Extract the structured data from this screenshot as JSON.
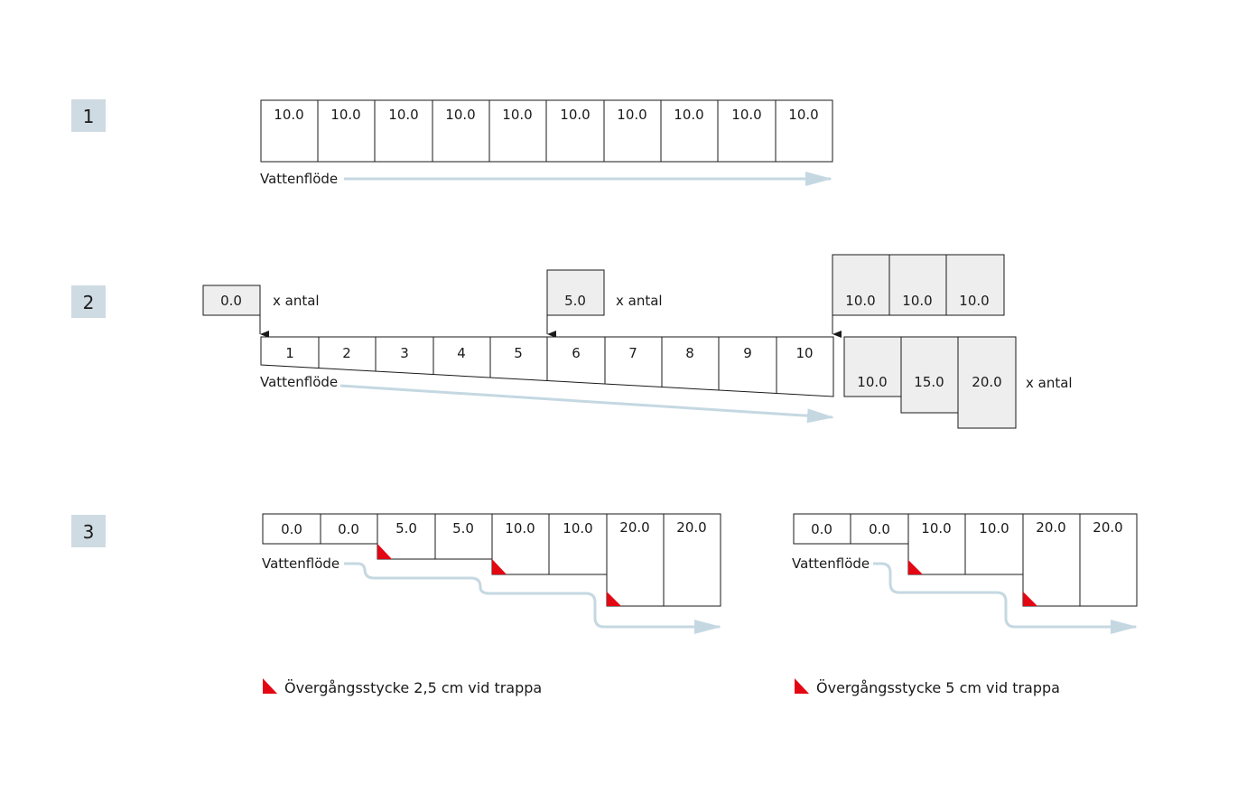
{
  "sections": [
    "1",
    "2",
    "3"
  ],
  "flow_label": "Vattenflöde",
  "multiplier_label": "x antal",
  "diagram1": {
    "cells": [
      "10.0",
      "10.0",
      "10.0",
      "10.0",
      "10.0",
      "10.0",
      "10.0",
      "10.0",
      "10.0",
      "10.0"
    ]
  },
  "diagram2": {
    "numbers": [
      "1",
      "2",
      "3",
      "4",
      "5",
      "6",
      "7",
      "8",
      "9",
      "10"
    ],
    "start_block": "0.0",
    "mid_block": "5.0",
    "end_blocks": [
      "10.0",
      "10.0",
      "10.0"
    ],
    "lower_blocks": [
      "10.0",
      "15.0",
      "20.0"
    ]
  },
  "diagram3a": {
    "cells": [
      "0.0",
      "0.0",
      "5.0",
      "5.0",
      "10.0",
      "10.0",
      "20.0",
      "20.0"
    ],
    "legend": "Övergångsstycke 2,5 cm vid trappa"
  },
  "diagram3b": {
    "cells": [
      "0.0",
      "0.0",
      "10.0",
      "10.0",
      "20.0",
      "20.0"
    ],
    "legend": "Övergångsstycke 5 cm vid trappa"
  },
  "colors": {
    "badge": "#cfdbe3",
    "arrow": "#c5d8e2",
    "grey_block": "#eeeeee",
    "marker": "#e30613",
    "line": "#1a1a1a"
  }
}
